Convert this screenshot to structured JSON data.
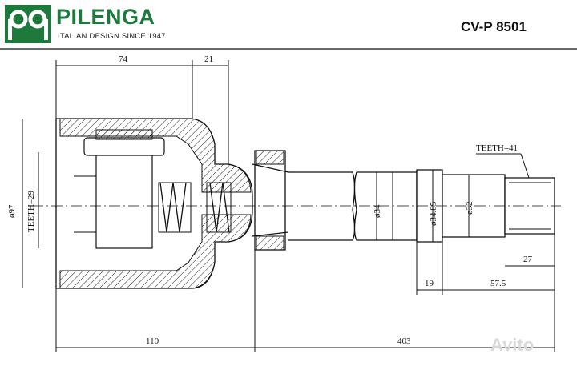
{
  "header": {
    "brand": "PILENGA",
    "tagline": "ITALIAN DESIGN SINCE 1947",
    "part_number": "CV-P 8501"
  },
  "dimensions": {
    "top_left": "74",
    "top_right": "21",
    "diameter_outer": "ø97",
    "teeth_inner": "TEETH=29",
    "teeth_shaft": "TEETH=41",
    "d1": "ø34",
    "d2": "ø34.85",
    "d3": "ø32",
    "spline_len": "27",
    "len_19": "19",
    "len_57": "57.5",
    "total_left": "110",
    "total_right": "403"
  },
  "watermark": "Avito",
  "colors": {
    "brand": "#1e7a3c",
    "ink": "#111111"
  }
}
